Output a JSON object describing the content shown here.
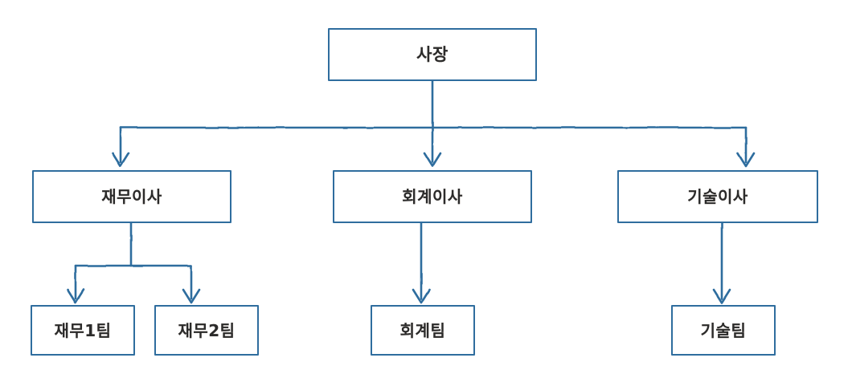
{
  "diagram": {
    "type": "organization-chart",
    "title": "",
    "stroke_color": "#2f6d9e",
    "text_color": "#2b2b2b",
    "background_color": "#ffffff",
    "style": "hand-drawn sketch",
    "nodes": {
      "ceo": {
        "label": "사장",
        "level": 1
      },
      "finance_director": {
        "label": "재무이사",
        "level": 2
      },
      "accounting_director": {
        "label": "회계이사",
        "level": 2
      },
      "technology_director": {
        "label": "기술이사",
        "level": 2
      },
      "finance_team_1": {
        "label": "재무1팀",
        "level": 3
      },
      "finance_team_2": {
        "label": "재무2팀",
        "level": 3
      },
      "accounting_team": {
        "label": "회계팀",
        "level": 3
      },
      "technology_team": {
        "label": "기술팀",
        "level": 3
      }
    },
    "edges": [
      {
        "from": "ceo",
        "to": "finance_director"
      },
      {
        "from": "ceo",
        "to": "accounting_director"
      },
      {
        "from": "ceo",
        "to": "technology_director"
      },
      {
        "from": "finance_director",
        "to": "finance_team_1"
      },
      {
        "from": "finance_director",
        "to": "finance_team_2"
      },
      {
        "from": "accounting_director",
        "to": "accounting_team"
      },
      {
        "from": "technology_director",
        "to": "technology_team"
      }
    ]
  }
}
